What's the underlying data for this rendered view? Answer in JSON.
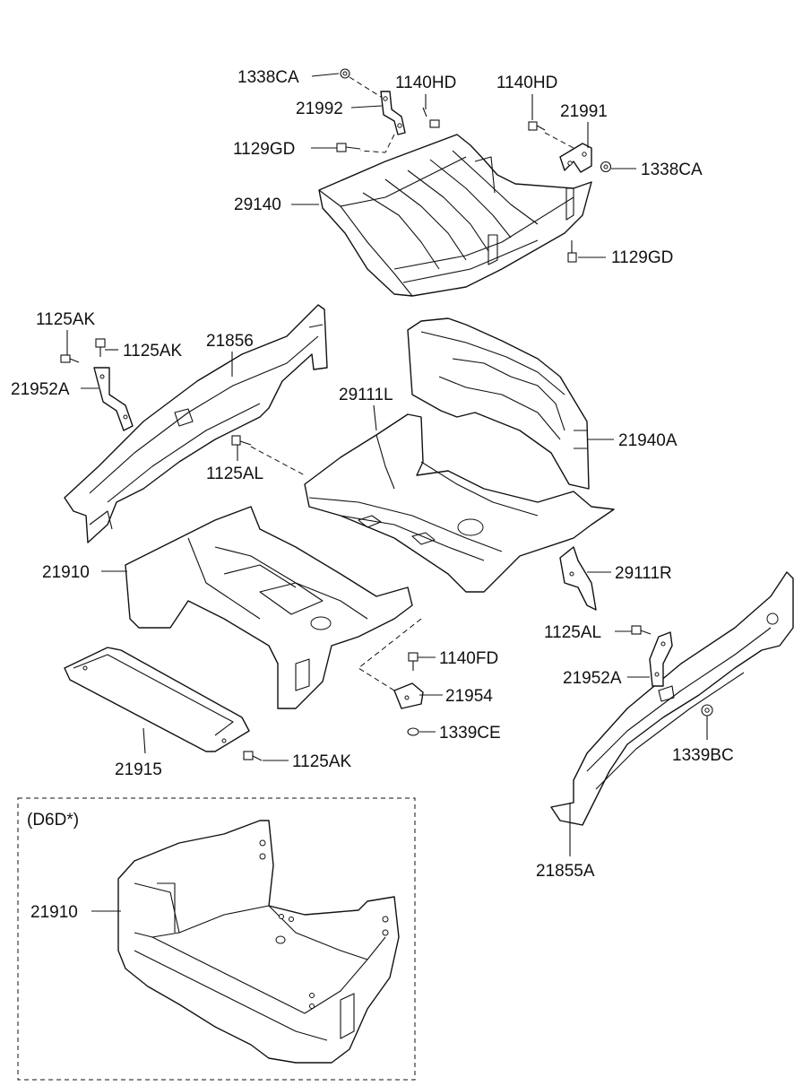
{
  "labels": {
    "p1338CA_a": "1338CA",
    "p1140HD_a": "1140HD",
    "p1140HD_b": "1140HD",
    "p21992": "21992",
    "p21991": "21991",
    "p1129GD_a": "1129GD",
    "p1338CA_b": "1338CA",
    "p29140": "29140",
    "p1129GD_b": "1129GD",
    "p1125AK_a": "1125AK",
    "p1125AK_b": "1125AK",
    "p21856": "21856",
    "p21952A_a": "21952A",
    "p29111L": "29111L",
    "p21940A": "21940A",
    "p1125AL_a": "1125AL",
    "p21910_a": "21910",
    "p29111R": "29111R",
    "p1125AL_b": "1125AL",
    "p1140FD": "1140FD",
    "p21952A_b": "21952A",
    "p21954": "21954",
    "p1339CE": "1339CE",
    "p1339BC": "1339BC",
    "p21915": "21915",
    "p1125AK_c": "1125AK",
    "p21855A": "21855A",
    "variant": "(D6D*)",
    "p21910_b": "21910"
  }
}
